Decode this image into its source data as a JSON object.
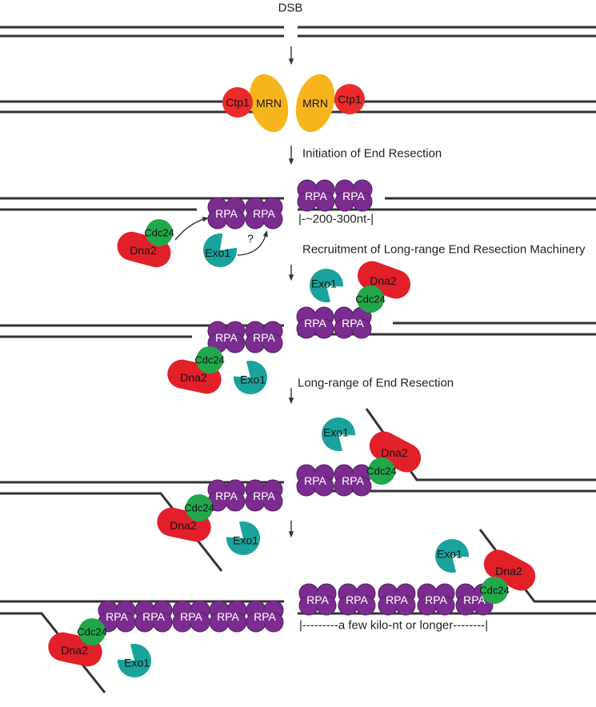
{
  "dsb_label": "DSB",
  "steps": [
    "Initiation of End Resection",
    "Recruitment of Long-range End Resection Machinery",
    "Long-range of End Resection"
  ],
  "proteins": {
    "ctp1": "Ctp1",
    "mrn": "MRN",
    "rpa": "RPA",
    "cdc24": "Cdc24",
    "dna2": "Dna2",
    "exo1": "Exo1"
  },
  "annotations": {
    "short_resection_span": "|-~200-300nt-|",
    "long_resection_span": "|---------a few kilo-nt or longer--------|",
    "uncertain_recruitment": "?"
  },
  "colors": {
    "dna": "#333333",
    "ctp1": "#ec2a2c",
    "mrn": "#f8b41c",
    "rpa": "#7b2d8f",
    "rpa_outline": "#581c68",
    "cdc24": "#22a74b",
    "dna2": "#e2202a",
    "exo1": "#19a39c"
  }
}
